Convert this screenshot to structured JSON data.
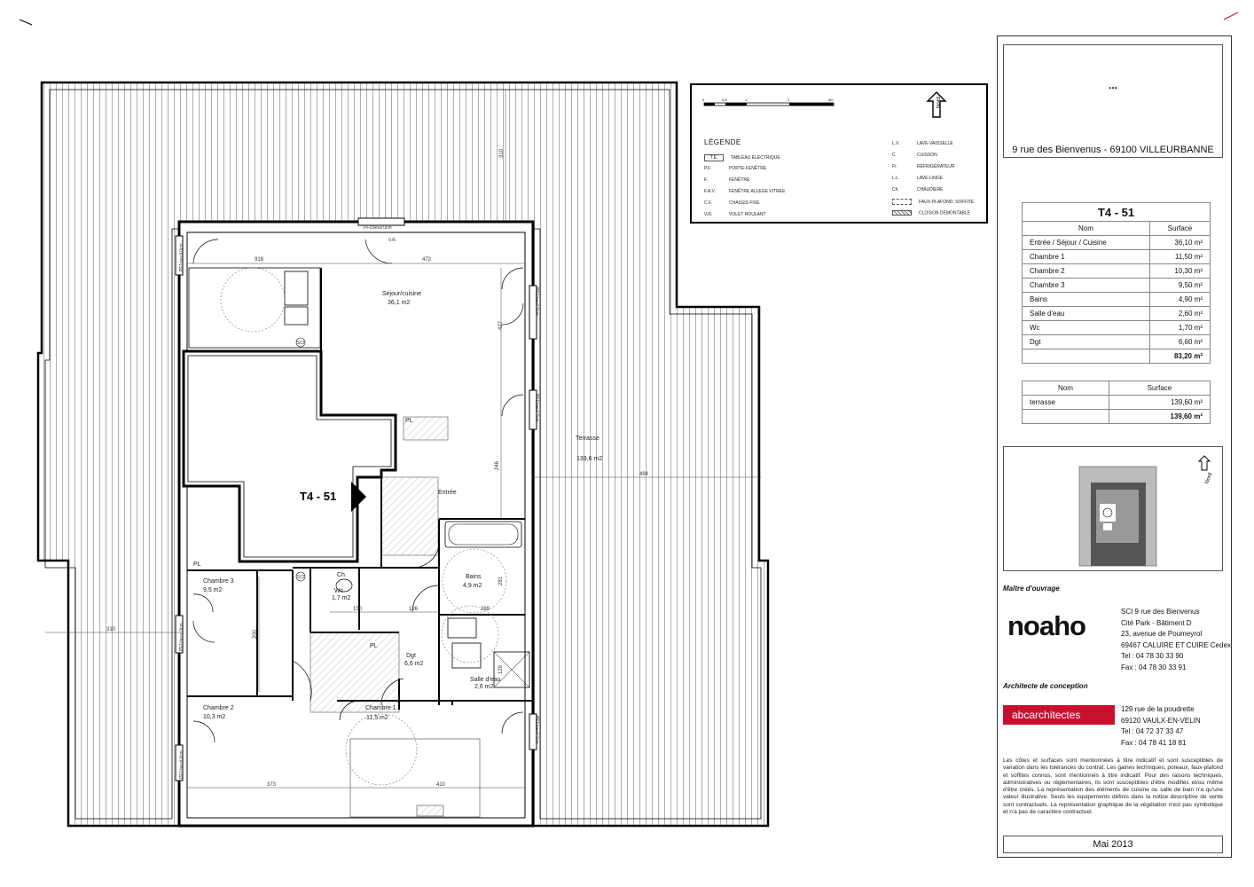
{
  "plan": {
    "unit_label": "T4 - 51",
    "rooms": {
      "sejour_name": "Séjour/cuisine",
      "sejour_area": "36,1 m2",
      "terrasse_name": "Terrasse",
      "terrasse_area": "139,6 m2",
      "entree": "Entrée",
      "bains_name": "Bains",
      "bains_area": "4,9 m2",
      "wc_name": "Wc",
      "wc_area": "1,7 m2",
      "dgt_name": "Dgt",
      "dgt_area": "6,6 m2",
      "salle_eau_name": "Salle d'eau",
      "salle_eau_area": "2,6 m2",
      "chambre1_name": "Chambre 1",
      "chambre1_area": "11,5 m2",
      "chambre2_name": "Chambre 2",
      "chambre2_area": "10,3 m2",
      "chambre3_name": "Chambre 3",
      "chambre3_area": "9,5 m2"
    },
    "marks": {
      "pl": "PL",
      "sci": "SCI",
      "ch": "Ch.",
      "pf_label": "PF1/seuil 0cm",
      "vr": "V.R."
    },
    "dims": {
      "d310_top": "310",
      "d916": "916",
      "d472": "472",
      "d494": "494",
      "d310_left": "310",
      "d373": "373",
      "d410": "410",
      "d126": "126",
      "d150": "150",
      "d289": "289",
      "d246": "246",
      "d200": "200",
      "d281": "281",
      "d129": "129",
      "d427": "427"
    }
  },
  "legend": {
    "title": "LÉGENDE",
    "scale_ticks": [
      "0",
      "0,5",
      "1",
      "2",
      "3m"
    ],
    "north": "Nord",
    "left_items": [
      {
        "abbr": "T.E.",
        "text": "TABLEAU ÉLECTRIQUE"
      },
      {
        "abbr": "P.F.",
        "text": "PORTE-FENÊTRE"
      },
      {
        "abbr": "F.",
        "text": "FENÊTRE"
      },
      {
        "abbr": "F.A.V.",
        "text": "FENÊTRE ALLEGE VITREE"
      },
      {
        "abbr": "C.F.",
        "text": "CHASSIS FIXE"
      },
      {
        "abbr": "V.R.",
        "text": "VOLET ROULANT"
      }
    ],
    "right_items": [
      {
        "abbr": "L.V.",
        "text": "LAVE-VAISSELLE"
      },
      {
        "abbr": "C",
        "text": "CUISSON"
      },
      {
        "abbr": "Fr.",
        "text": "RÉFRIGÉRATEUR"
      },
      {
        "abbr": "L.L.",
        "text": "LAVE-LINGE"
      },
      {
        "abbr": "Ch.",
        "text": "CHAUDIERE"
      },
      {
        "abbr": "",
        "text": "FAUX-PLAFOND, SOFFITE"
      },
      {
        "abbr": "",
        "text": "CLOISON DEMONTABLE"
      }
    ]
  },
  "header": {
    "dots": "...",
    "address": "9 rue des Bienvenus - 69100 VILLEURBANNE"
  },
  "table1": {
    "title": "T4 - 51",
    "col_name": "Nom",
    "col_surface": "Surface",
    "rows": [
      {
        "name": "Entrée / Séjour / Cuisine",
        "value": "36,10 m²"
      },
      {
        "name": "Chambre 1",
        "value": "11,50 m²"
      },
      {
        "name": "Chambre 2",
        "value": "10,30 m²"
      },
      {
        "name": "Chambre 3",
        "value": "9,50 m²"
      },
      {
        "name": "Bains",
        "value": "4,90 m²"
      },
      {
        "name": "Salle d'eau",
        "value": "2,60 m²"
      },
      {
        "name": "Wc",
        "value": "1,70 m²"
      },
      {
        "name": "Dgt",
        "value": "6,60 m²"
      }
    ],
    "total": "83,20 m²"
  },
  "table2": {
    "col_name": "Nom",
    "col_surface": "Surface",
    "rows": [
      {
        "name": "terrasse",
        "value": "139,60 m²"
      }
    ],
    "total": "139,60 m²"
  },
  "owner": {
    "heading": "Maître d'ouvrage",
    "logo": "noaho",
    "lines": [
      "SCI 9 rue des Bienvenus",
      "Cité Park - Bâtiment D",
      "23, avenue de Poumeyrol",
      "69467 CALUIRE ET CUIRE Cedex",
      "Tel : 04 78 30 33 90",
      "Fax : 04 78 30 33 91"
    ]
  },
  "architect": {
    "heading": "Architecte de conception",
    "logo": "abcarchitectes",
    "lines": [
      "129 rue de la poudrette",
      "69120 VAULX-EN-VELIN",
      "Tel : 04 72 37 33 47",
      "Fax : 04 78 41 18 81"
    ]
  },
  "disclaimer": "Les côtes et surfaces sont mentionnées à titre indicatif et sont susceptibles de variation dans les tolérances du contrat. Les gaines techniques, poteaux, faux-plafond et soffites connus, sont mentionnés à titre indicatif. Pour des raisons techniques, administratives ou réglementaires, ils sont susceptibles d'être modifiés et/ou même d'être créés. La représentation des éléments de cuisine ou salle de bain n'a qu'une valeur illustrative. Seuls les équipements définis dans la notice descriptive de vente sont contractuels. La représentation graphique de la végétation n'est pas symbolique et n'a pas de caractère contractuel.",
  "date": "Mai 2013"
}
